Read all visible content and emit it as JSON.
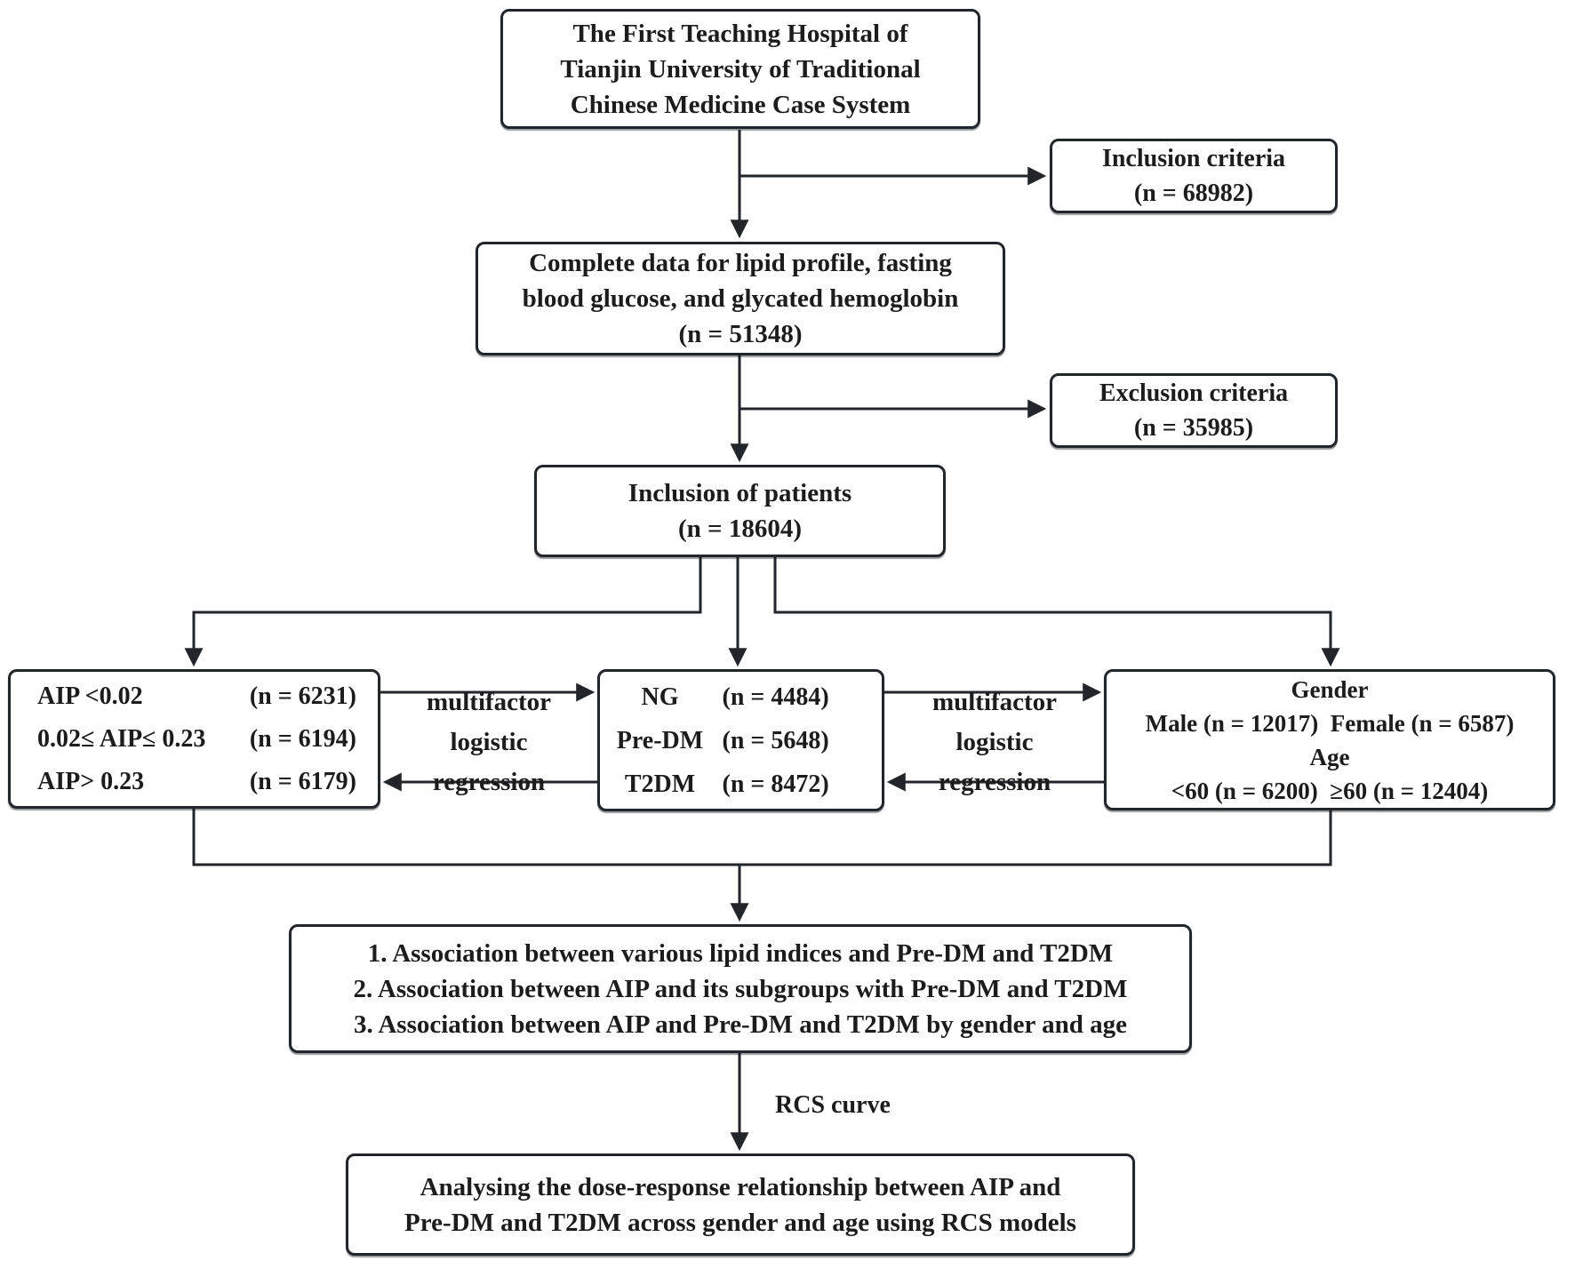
{
  "nodes": {
    "source": {
      "lines": [
        "The First Teaching Hospital of",
        "Tianjin University of Traditional",
        "Chinese Medicine Case System"
      ]
    },
    "inclusion_criteria": {
      "lines": [
        "Inclusion criteria",
        "(n = 68982)"
      ]
    },
    "complete_data": {
      "lines": [
        "Complete data for lipid profile, fasting",
        "blood glucose, and glycated hemoglobin",
        "(n = 51348)"
      ]
    },
    "exclusion_criteria": {
      "lines": [
        "Exclusion criteria",
        "(n = 35985)"
      ]
    },
    "inclusion_patients": {
      "lines": [
        "Inclusion of patients",
        "(n = 18604)"
      ]
    },
    "aip_groups": {
      "rows": [
        {
          "label": "AIP <0.02",
          "value": "(n = 6231)"
        },
        {
          "label": "0.02≤ AIP≤ 0.23",
          "value": "(n = 6194)"
        },
        {
          "label": "AIP> 0.23",
          "value": "(n = 6179)"
        }
      ]
    },
    "glycemic_groups": {
      "rows": [
        {
          "label": "NG",
          "value": "(n = 4484)"
        },
        {
          "label": "Pre-DM",
          "value": "(n = 5648)"
        },
        {
          "label": "T2DM",
          "value": "(n = 8472)"
        }
      ]
    },
    "gender_age": {
      "lines": [
        "Gender",
        "Male (n = 12017)  Female (n = 6587)",
        "Age",
        "<60 (n = 6200)  ≥60 (n = 12404)"
      ]
    },
    "associations": {
      "lines": [
        "1. Association between various lipid indices and Pre-DM and T2DM",
        "2. Association between AIP and its subgroups with Pre-DM and T2DM",
        "3. Association between AIP and Pre-DM and T2DM by gender and age"
      ]
    },
    "analysis": {
      "lines": [
        "Analysing the dose-response relationship between AIP and",
        "Pre-DM and T2DM across gender and age using RCS models"
      ]
    }
  },
  "edge_labels": {
    "left_regression": "multifactor\nlogistic\nregression",
    "right_regression": "multifactor\nlogistic\nregression",
    "rcs_curve": "RCS curve"
  },
  "colors": {
    "line": "#22262b",
    "text": "#1c1c1c",
    "background": "#ffffff"
  }
}
